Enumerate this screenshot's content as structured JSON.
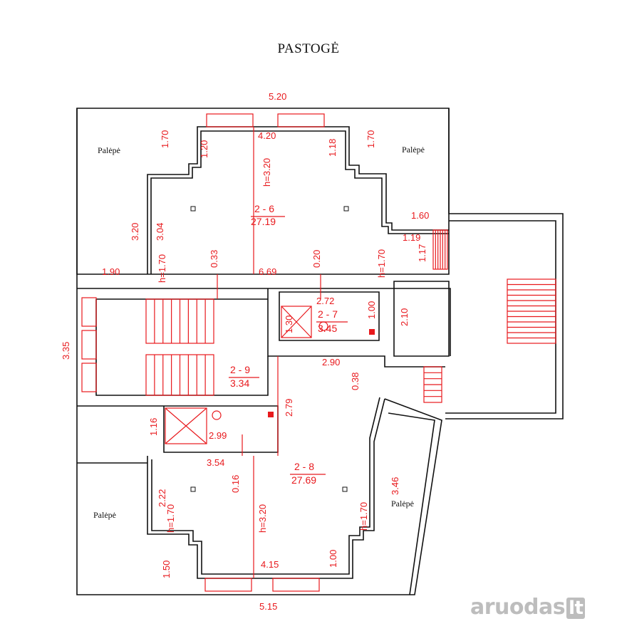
{
  "title": "PASTOGĖ",
  "watermark": {
    "brand": "aruodas",
    "tld": "lt"
  },
  "colors": {
    "wall": "#111111",
    "annotation": "#e8191d",
    "watermark": "#bdbdbd"
  },
  "attic_labels": [
    "Palėpė",
    "Palėpė",
    "Palėpė",
    "Palėpė"
  ],
  "rooms": [
    {
      "id": "2 - 6",
      "area": "27.19"
    },
    {
      "id": "2 - 7",
      "area": "3.45"
    },
    {
      "id": "2 - 8",
      "area": "27.69"
    },
    {
      "id": "2 - 9",
      "area": "3.34"
    }
  ],
  "dimensions": [
    "5.20",
    "4.20",
    "1.70",
    "1.70",
    "1.20",
    "1.18",
    "h=3.20",
    "3.20",
    "3.04",
    "h=1.70",
    "1.90",
    "0.33",
    "6.69",
    "0.20",
    "h=1.70",
    "1.60",
    "1.19",
    "1.17",
    "2.72",
    "1.30",
    "1.00",
    "2.10",
    "3.35",
    "2.90",
    "0.38",
    "2.79",
    "1.16",
    "2.99",
    "3.54",
    "0.16",
    "2.22",
    "h=1.70",
    "h=3.20",
    "h=1.70",
    "3.46",
    "1.50",
    "4.15",
    "1.00",
    "5.15"
  ]
}
